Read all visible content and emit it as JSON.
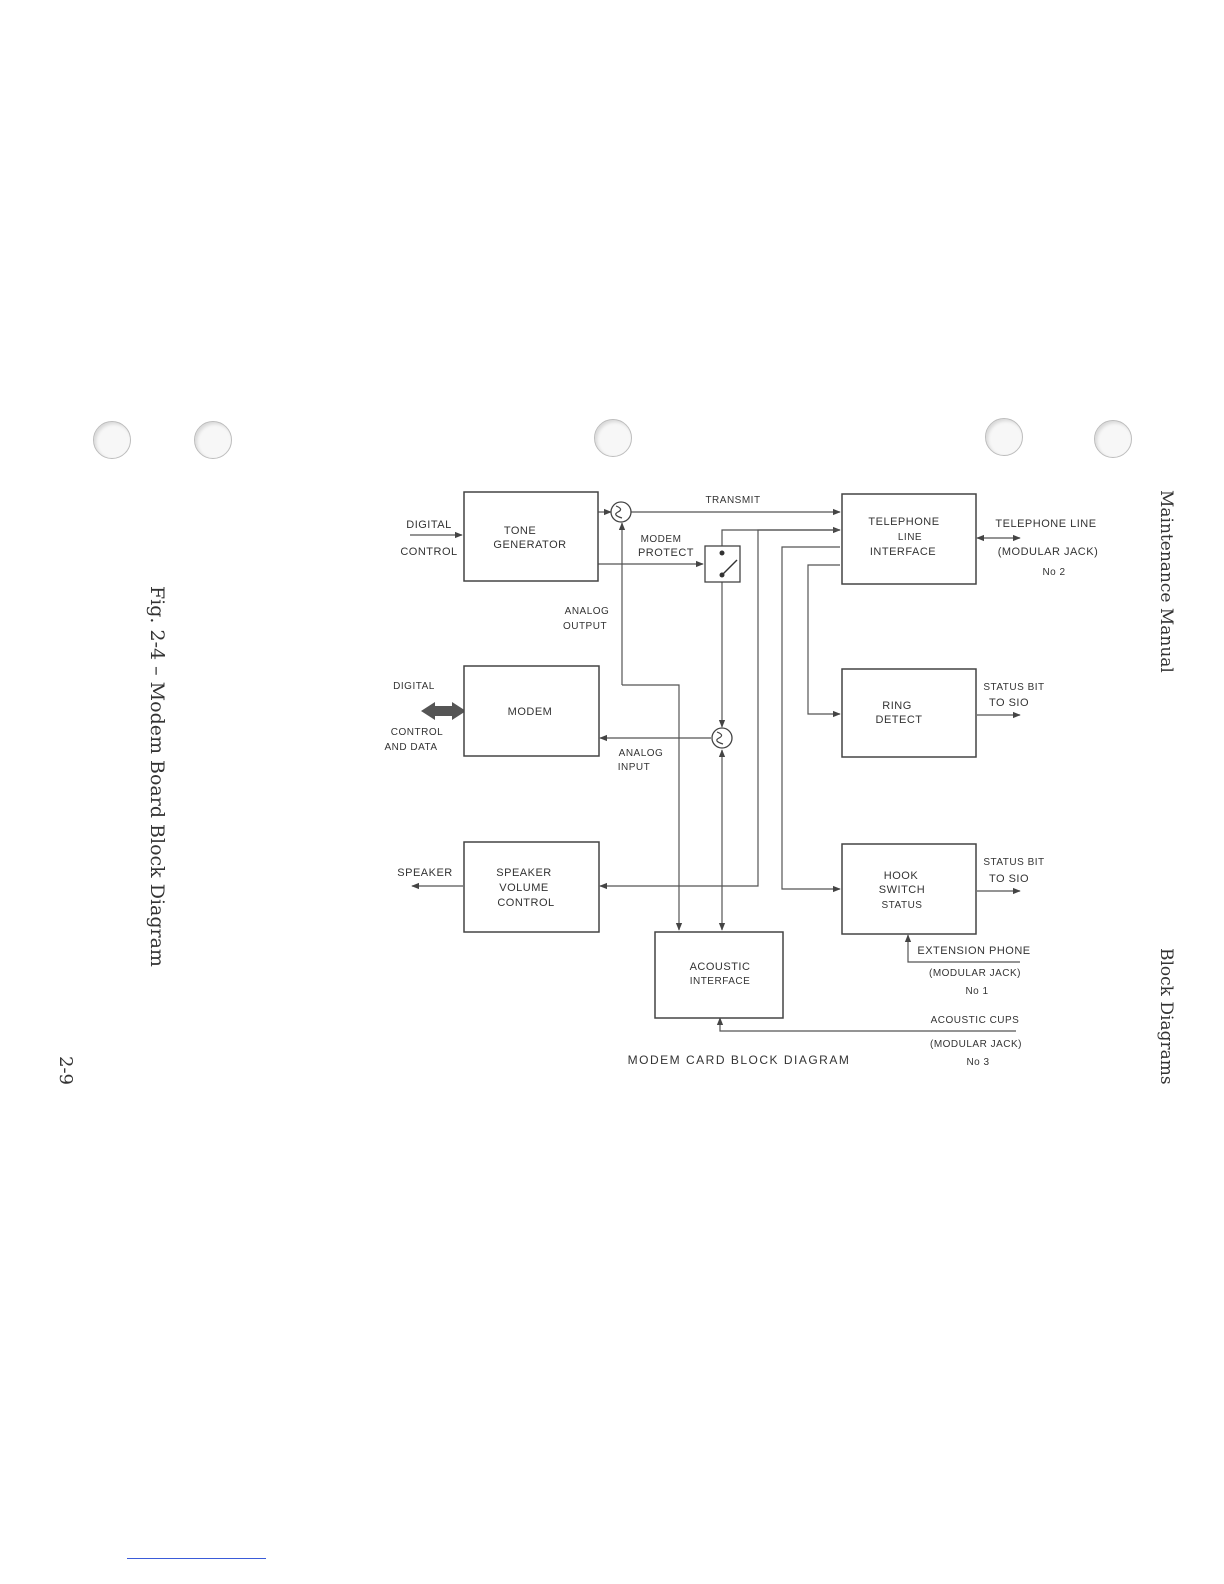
{
  "page": {
    "header_left": "Maintenance Manual",
    "header_right": "Block Diagrams",
    "figure_caption": "Fig. 2-4 – Modem Board Block Diagram",
    "page_number": "2-9"
  },
  "diagram": {
    "title": "MODEM CARD BLOCK DIAGRAM",
    "blocks": {
      "tone_generator": [
        "TONE",
        "GENERATOR"
      ],
      "modem": [
        "MODEM"
      ],
      "speaker_volume_control": [
        "SPEAKER",
        "VOLUME",
        "CONTROL"
      ],
      "acoustic_interface": [
        "ACOUSTIC",
        "INTERFACE"
      ],
      "telephone_line_interface": [
        "TELEPHONE",
        "LINE",
        "INTERFACE"
      ],
      "ring_detect": [
        "RING",
        "DETECT"
      ],
      "hook_switch_status": [
        "HOOK",
        "SWITCH",
        "STATUS"
      ]
    },
    "labels": {
      "digital_control_1": "DIGITAL",
      "digital_control_2": "CONTROL",
      "digital_data_1": "DIGITAL",
      "digital_data_2": "CONTROL",
      "digital_data_3": "AND DATA",
      "speaker": "SPEAKER",
      "transmit": "TRANSMIT",
      "modem_protect_1": "MODEM",
      "modem_protect_2": "PROTECT",
      "analog_output_1": "ANALOG",
      "analog_output_2": "OUTPUT",
      "analog_input_1": "ANALOG",
      "analog_input_2": "INPUT",
      "telephone_line": "TELEPHONE LINE",
      "modular_jack_2": "(MODULAR JACK)",
      "no_2": "No 2",
      "status_bit_ring_1": "STATUS BIT",
      "status_bit_ring_2": "TO SIO",
      "status_bit_hook_1": "STATUS BIT",
      "status_bit_hook_2": "TO SIO",
      "extension_phone": "EXTENSION PHONE",
      "modular_jack_1": "(MODULAR JACK)",
      "no_1": "No 1",
      "acoustic_cups": "ACOUSTIC CUPS",
      "modular_jack_3": "(MODULAR JACK)",
      "no_3": "No 3"
    }
  }
}
